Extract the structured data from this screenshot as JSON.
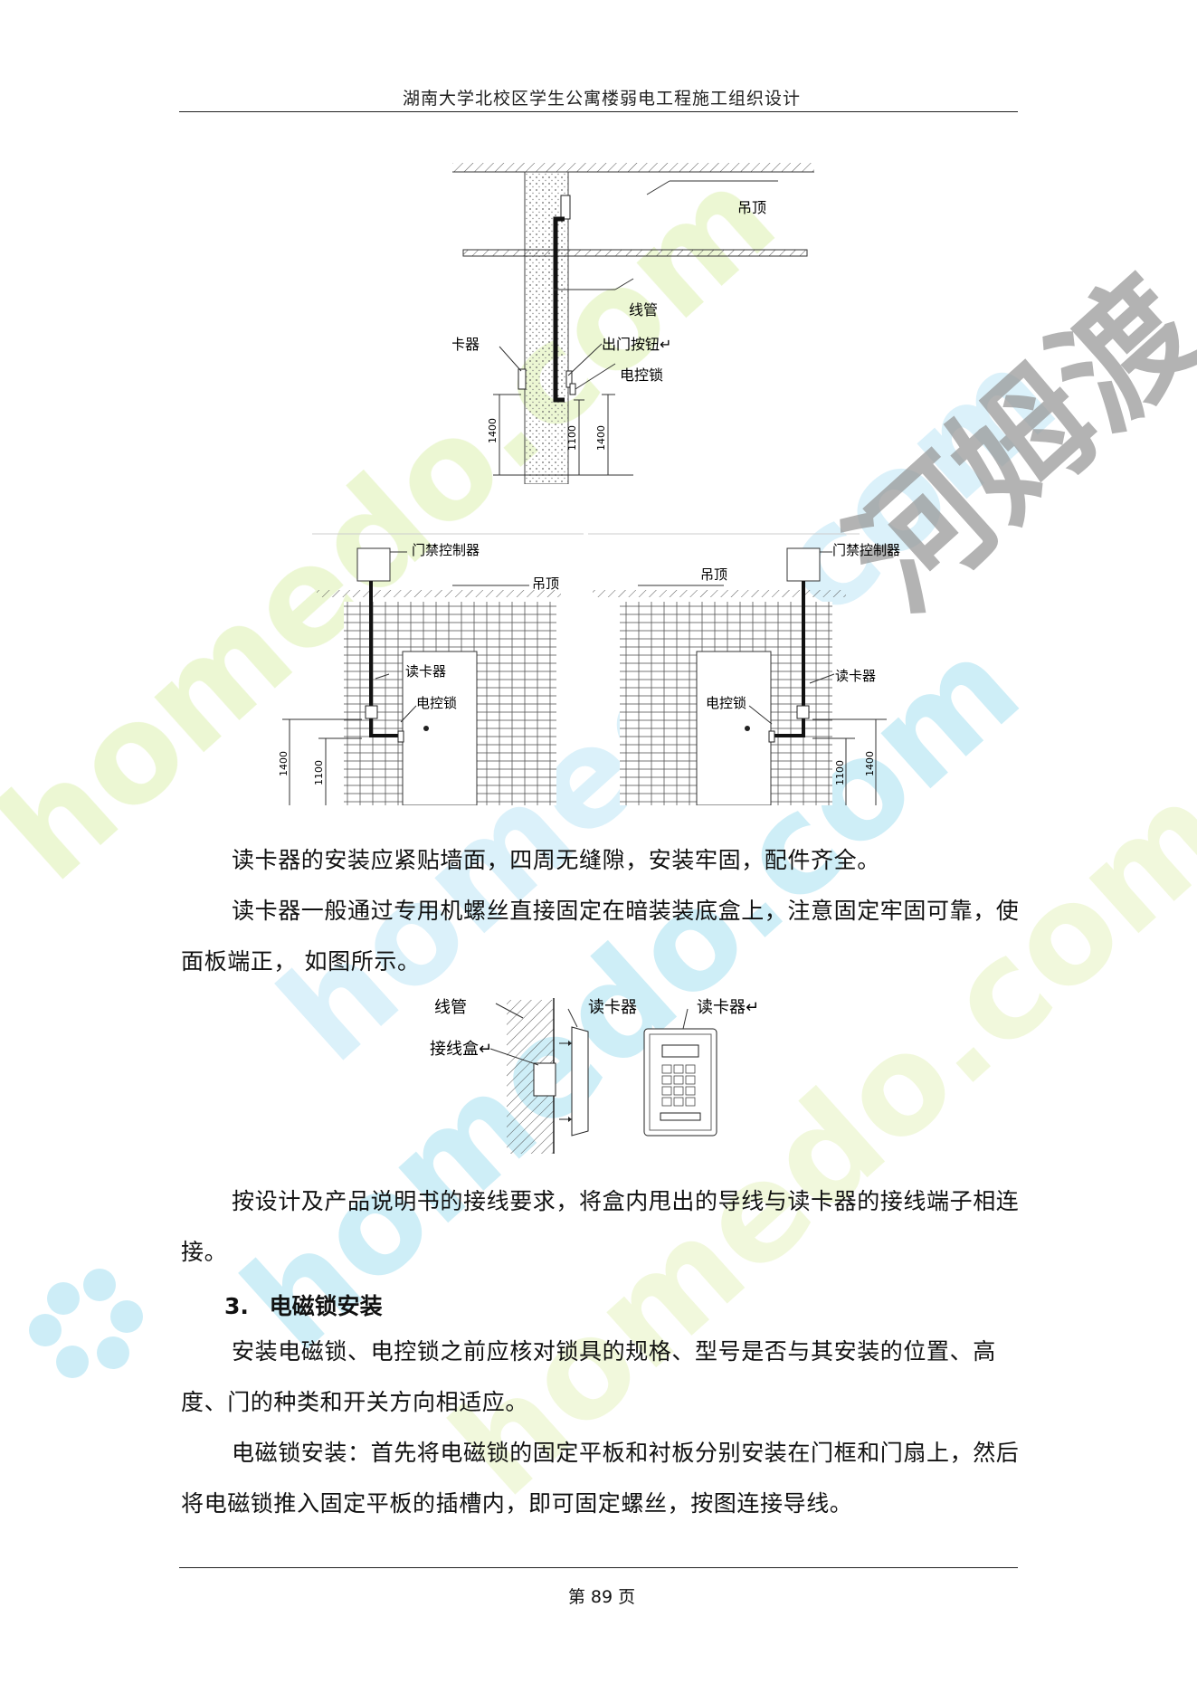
{
  "header": {
    "title": "湖南大学北校区学生公寓楼弱电工程施工组织设计"
  },
  "figure1": {
    "label_ceiling": "吊顶",
    "label_conduit": "线管",
    "label_card_reader": "读卡器",
    "label_exit_button": "出门按钮↵",
    "label_lock": "电控锁",
    "dim_1400_left": "1400",
    "dim_1100": "1100",
    "dim_1400_right": "1400"
  },
  "figure2": {
    "left": {
      "label_controller": "门禁控制器",
      "label_ceiling": "吊顶",
      "label_card_reader": "读卡器",
      "label_lock": "电控锁",
      "dim_1400": "1400",
      "dim_1100": "1100"
    },
    "right": {
      "label_controller": "门禁控制器",
      "label_ceiling": "吊顶",
      "label_card_reader": "读卡器",
      "label_lock": "电控锁",
      "dim_1100": "1100",
      "dim_1400": "1400"
    }
  },
  "paragraphs": {
    "p1": "读卡器的安装应紧贴墙面，四周无缝隙，安装牢固，配件齐全。",
    "p2": "读卡器一般通过专用机螺丝直接固定在暗装装底盒上，注意固定牢固可靠，使面板端正，  如图所示。"
  },
  "figure3": {
    "label_conduit": "线管",
    "label_junction_box": "接线盒↵",
    "label_card_reader_side": "读卡器",
    "label_card_reader_front": "读卡器↵"
  },
  "paragraphs2": {
    "p3": "按设计及产品说明书的接线要求，将盒内甩出的导线与读卡器的接线端子相连接。"
  },
  "section": {
    "number": "3.",
    "title": "电磁锁安装"
  },
  "paragraphs3": {
    "p4": "安装电磁锁、电控锁之前应核对锁具的规格、型号是否与其安装的位置、高度、门的种类和开关方向相适应。",
    "p5": "电磁锁安装：首先将电磁锁的固定平板和衬板分别安装在门框和门扇上，然后将电磁锁推入固定平板的插槽内，即可固定螺丝，按图连接导线。"
  },
  "footer": {
    "page_label": "第 89 页"
  },
  "watermark": {
    "text_cn": "河姆渡",
    "text_en": "homedo.com"
  },
  "colors": {
    "watermark_blue": "#bfe8f5",
    "watermark_green": "#e9f6c8",
    "watermark_gray": "#9a9a9a"
  }
}
